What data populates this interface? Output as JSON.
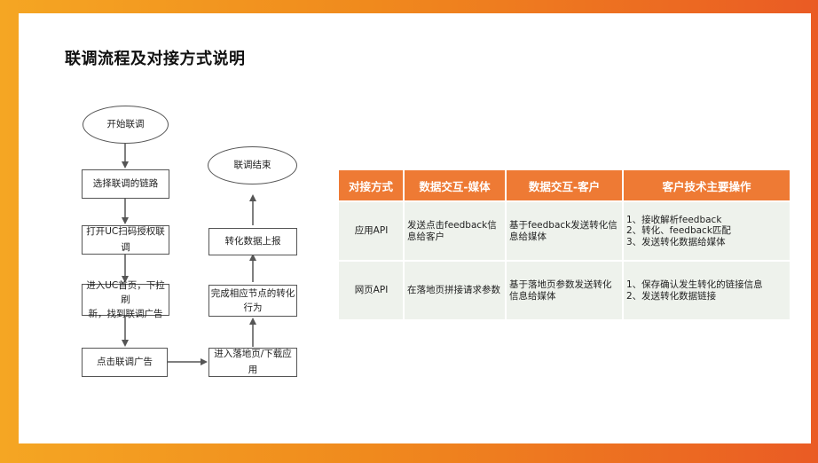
{
  "slide": {
    "title": "联调流程及对接方式说明"
  },
  "flow": {
    "start": "开始联调",
    "step1": "选择联调的链路",
    "step2": "打开UC扫码授权联调",
    "step3_line1": "进入UC首页，下拉刷",
    "step3_line2": "新，找到联调广告",
    "step4": "点击联调广告",
    "step5": "进入落地页/下载应用",
    "step6_line1": "完成相应节点的转化",
    "step6_line2": "行为",
    "step7": "转化数据上报",
    "end": "联调结束"
  },
  "table": {
    "headers": [
      "对接方式",
      "数据交互-媒体",
      "数据交互-客户",
      "客户技术主要操作"
    ],
    "rows": [
      {
        "method": "应用API",
        "media": "发送点击feedback信息给客户",
        "client": "基于feedback发送转化信息给媒体",
        "ops": [
          "1、接收解析feedback",
          "2、转化、feedback匹配",
          "3、发送转化数据给媒体"
        ]
      },
      {
        "method": "网页API",
        "media": "在落地页拼接请求参数",
        "client": "基于落地页参数发送转化信息给媒体",
        "ops": [
          "1、保存确认发生转化的链接信息",
          "2、发送转化数据链接"
        ]
      }
    ]
  },
  "colors": {
    "frame_gradient": [
      "#f5a623",
      "#ea5b24"
    ],
    "table_header": "#ee7a34",
    "table_cell": "#eef2ec"
  }
}
